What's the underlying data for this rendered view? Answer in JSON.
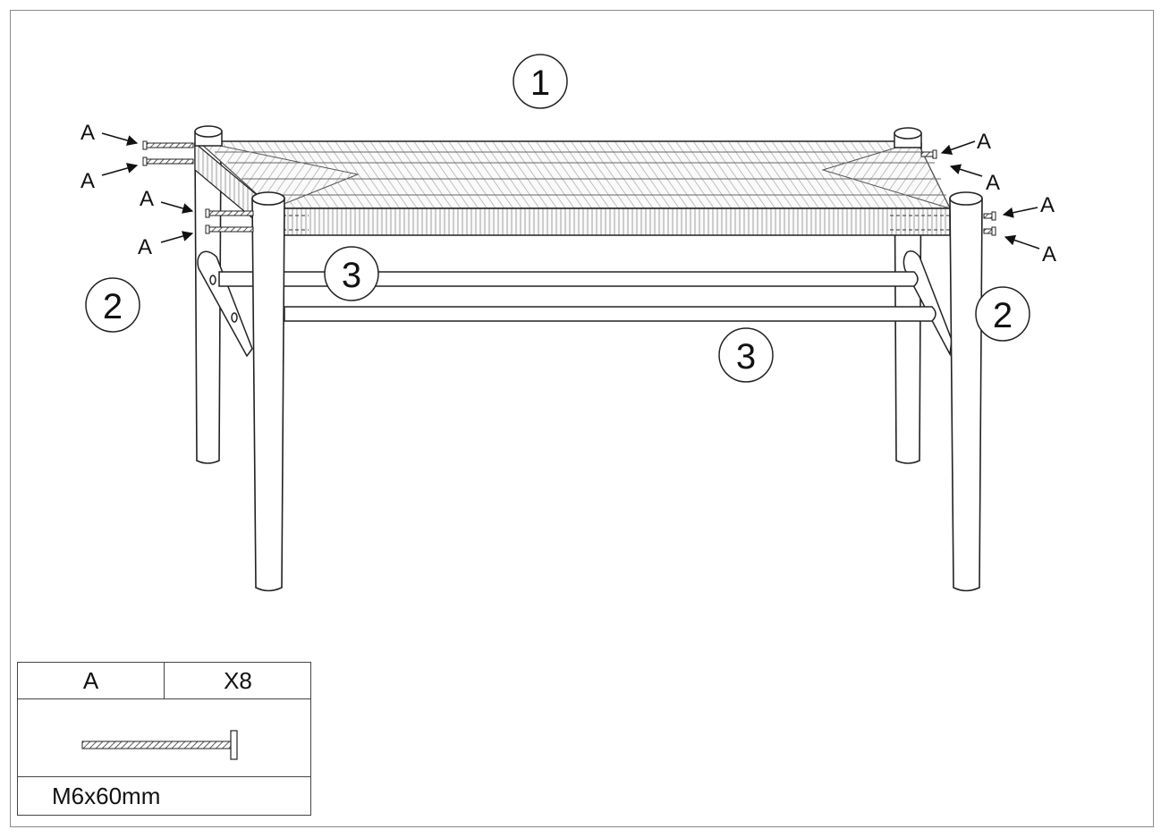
{
  "callouts": {
    "seat": "1",
    "side_left": "2",
    "side_right": "2",
    "stretcher_upper": "3",
    "stretcher_lower": "3"
  },
  "fastener_labels": {
    "left_top_1": "A",
    "left_top_2": "A",
    "left_front_1": "A",
    "left_front_2": "A",
    "right_top_1": "A",
    "right_top_2": "A",
    "right_front_1": "A",
    "right_front_2": "A"
  },
  "hardware_table": {
    "code": "A",
    "quantity": "X8",
    "spec": "M6x60mm",
    "part_icon": "bolt-icon"
  },
  "colors": {
    "line": "#222222",
    "frame": "#8a8a8a"
  }
}
